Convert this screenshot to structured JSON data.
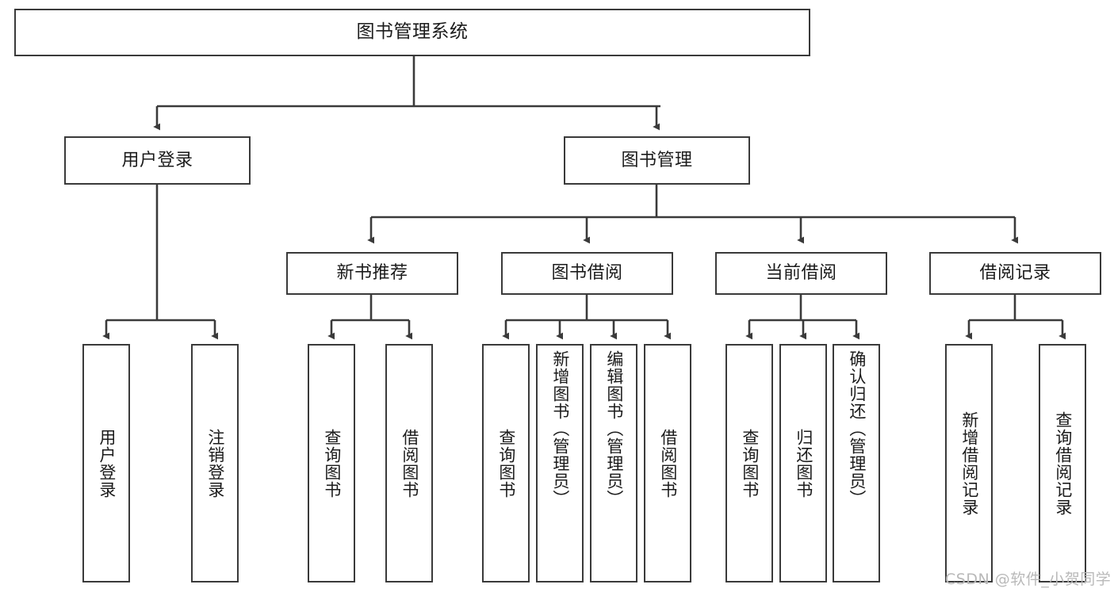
{
  "diagram": {
    "title": "图书管理系统",
    "type": "functional-structure-tree",
    "stroke_color": "#3a3a3a",
    "fill_color": "#ffffff",
    "text_color": "#1b1b1b"
  },
  "nodes": {
    "root": {
      "label": "图书管理系统"
    },
    "level2": [
      {
        "id": "user-login",
        "label": "用户登录"
      },
      {
        "id": "book-manage",
        "label": "图书管理"
      }
    ],
    "level3": [
      {
        "id": "new-book-recommend",
        "label": "新书推荐"
      },
      {
        "id": "book-borrow",
        "label": "图书借阅"
      },
      {
        "id": "current-borrow",
        "label": "当前借阅"
      },
      {
        "id": "borrow-record",
        "label": "借阅记录"
      }
    ],
    "leaves": {
      "user_login": [
        {
          "id": "leaf-user-login",
          "label": "用户登录"
        },
        {
          "id": "leaf-logout-login",
          "label": "注销登录"
        }
      ],
      "new_book_recommend": [
        {
          "id": "leaf-query-book-1",
          "label": "查询图书"
        },
        {
          "id": "leaf-borrow-book-1",
          "label": "借阅图书"
        }
      ],
      "book_borrow": [
        {
          "id": "leaf-query-book-2",
          "label": "查询图书"
        },
        {
          "id": "leaf-add-book",
          "label": "新增图书（管理员）"
        },
        {
          "id": "leaf-edit-book",
          "label": "编辑图书（管理员）"
        },
        {
          "id": "leaf-borrow-book-2",
          "label": "借阅图书"
        }
      ],
      "current_borrow": [
        {
          "id": "leaf-query-book-3",
          "label": "查询图书"
        },
        {
          "id": "leaf-return-book",
          "label": "归还图书"
        },
        {
          "id": "leaf-confirm-return",
          "label": "确认归还（管理员）"
        }
      ],
      "borrow_record": [
        {
          "id": "leaf-add-record",
          "label": "新增借阅记录"
        },
        {
          "id": "leaf-query-record",
          "label": "查询借阅记录"
        }
      ]
    }
  },
  "watermark": {
    "text": "CSDN @软件_小贺同学"
  }
}
